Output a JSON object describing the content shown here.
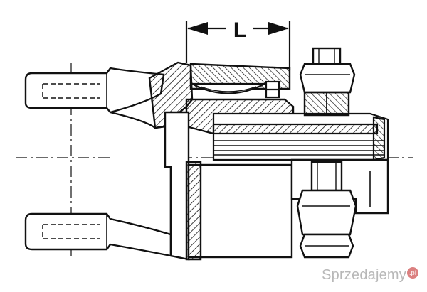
{
  "drawing": {
    "dimension_label": "L"
  },
  "watermark": {
    "text": "Sprzedajemy",
    "badge": ".pl"
  },
  "colors": {
    "ink": "#111111",
    "paper": "#ffffff",
    "watermark": "#a0a0a0"
  }
}
